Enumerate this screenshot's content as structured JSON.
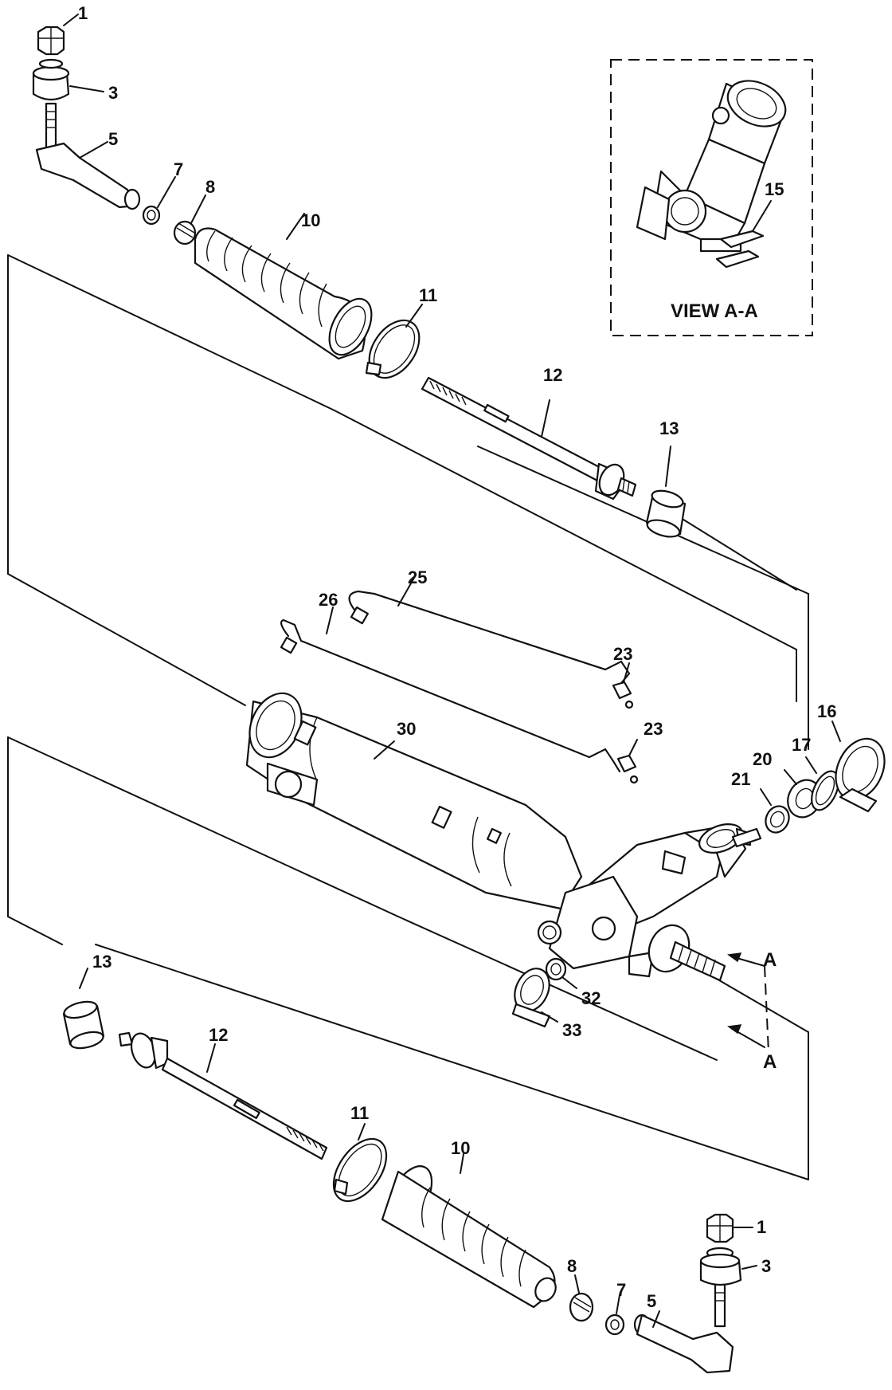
{
  "callouts": {
    "c1_top": "1",
    "c3_top": "3",
    "c5_top": "5",
    "c7_top": "7",
    "c8_top": "8",
    "c10_top": "10",
    "c11_top": "11",
    "c12_top": "12",
    "c13_top": "13",
    "c15": "15",
    "c16": "16",
    "c17": "17",
    "c20": "20",
    "c21": "21",
    "c23_a": "23",
    "c23_b": "23",
    "c25": "25",
    "c26": "26",
    "c30": "30",
    "c32": "32",
    "c33": "33",
    "c13_bot": "13",
    "c12_bot": "12",
    "c11_bot": "11",
    "c10_bot": "10",
    "c8_bot": "8",
    "c7_bot": "7",
    "c5_bot": "5",
    "c1_bot": "1",
    "c3_bot": "3"
  },
  "section_marker": {
    "top": "A",
    "bottom": "A"
  },
  "inset": {
    "title": "VIEW A-A"
  }
}
